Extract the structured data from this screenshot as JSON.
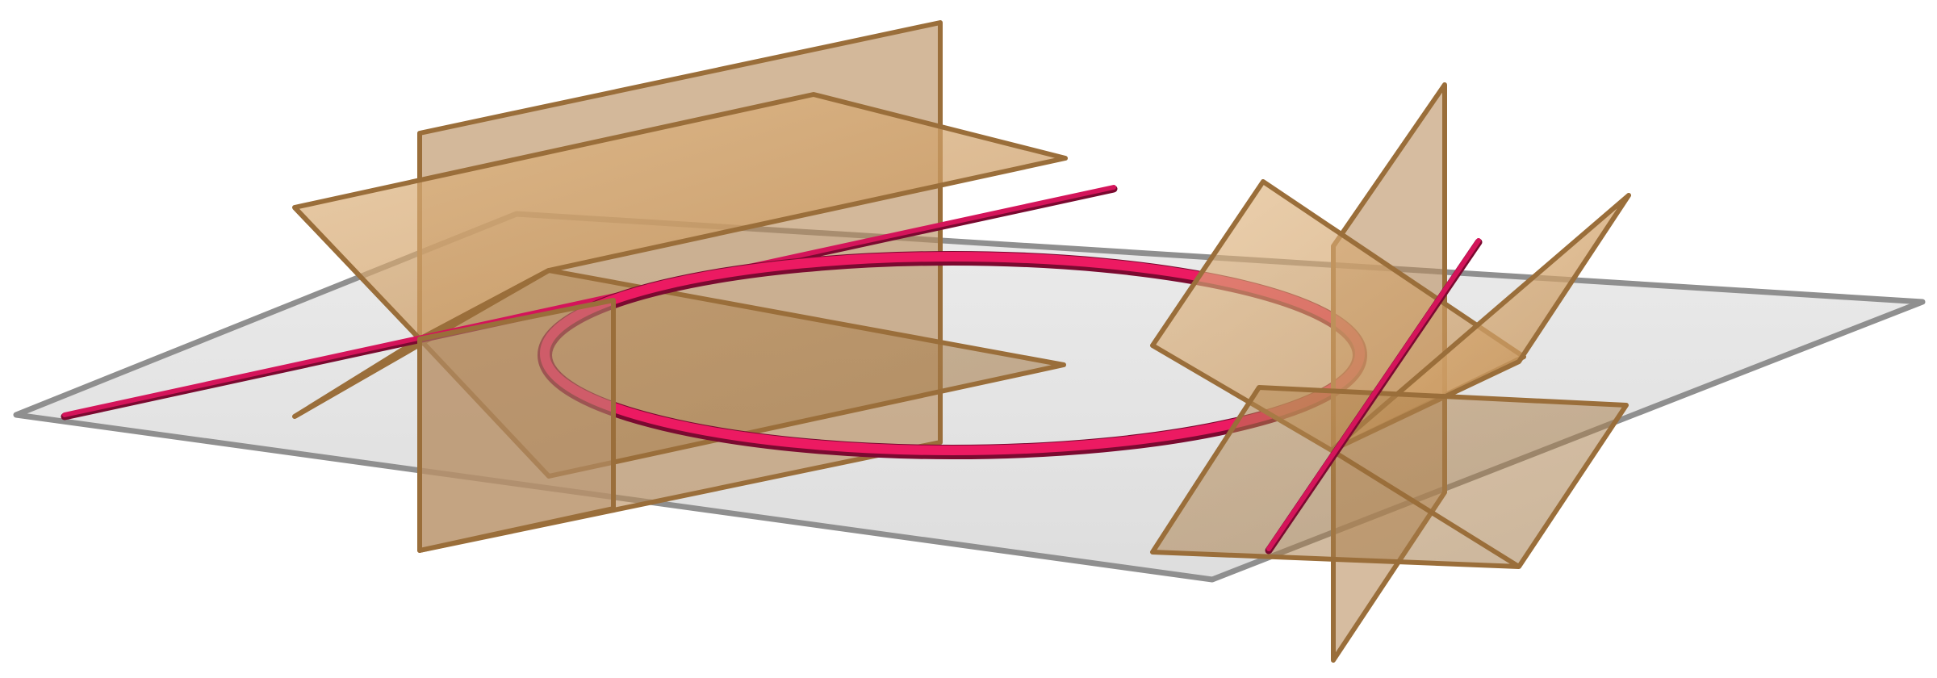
{
  "scene": {
    "kind": "3d-geometry-illustration",
    "colors": {
      "background": "#ffffff",
      "ground_plane_fill": "#d9d9d9",
      "ground_plane_edge": "#8a8a8a",
      "panel_fill": "#c8955a",
      "panel_fill_light": "#dcae78",
      "panel_edge": "#9a6e3a",
      "curve": "#e8165c",
      "curve_shadow": "#7a0a30"
    },
    "objects": [
      {
        "id": "ground-plane",
        "type": "plane"
      },
      {
        "id": "ellipse-curve",
        "type": "closed-curve"
      },
      {
        "id": "left-panel-cluster",
        "type": "plane-group",
        "planes": 3
      },
      {
        "id": "right-panel-cluster",
        "type": "plane-group",
        "planes": 3
      },
      {
        "id": "left-axis-line",
        "type": "line"
      },
      {
        "id": "right-axis-line",
        "type": "line"
      }
    ]
  }
}
